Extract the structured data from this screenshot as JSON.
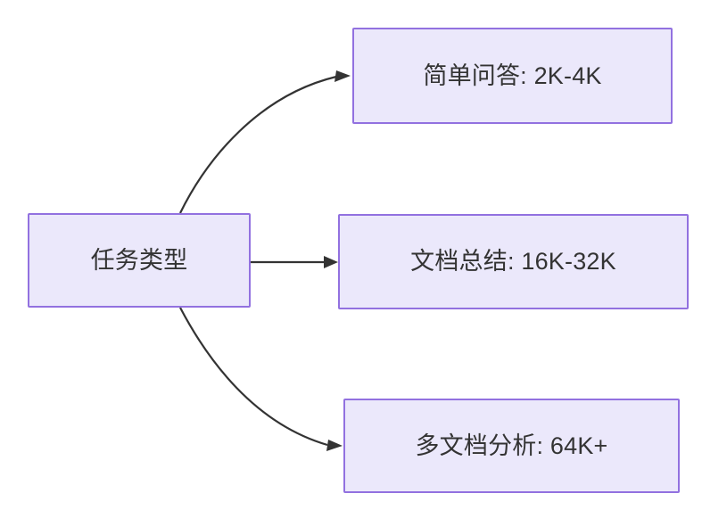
{
  "diagram": {
    "title": "任务类型",
    "background_color": "#ffffff",
    "node_fill_color": "#ebe8fb",
    "node_border_color": "#9271e0",
    "text_color": "#333333",
    "edge_color": "#333333",
    "source_node": {
      "id": "node-source",
      "label": "任务类型"
    },
    "target_nodes": [
      {
        "id": "node-task-1",
        "label": "简单问答: 2K-4K",
        "category": "简单问答",
        "range": "2K-4K"
      },
      {
        "id": "node-task-2",
        "label": "文档总结: 16K-32K",
        "category": "文档总结",
        "range": "16K-32K"
      },
      {
        "id": "node-task-3",
        "label": "多文档分析: 64K+",
        "category": "多文档分析",
        "range": "64K+"
      }
    ],
    "edges": [
      {
        "id": "edge-1",
        "from": "node-source",
        "to": "node-task-1",
        "style": "curved",
        "arrow": "triangle"
      },
      {
        "id": "edge-2",
        "from": "node-source",
        "to": "node-task-2",
        "style": "straight",
        "arrow": "triangle"
      },
      {
        "id": "edge-3",
        "from": "node-source",
        "to": "node-task-3",
        "style": "curved",
        "arrow": "triangle"
      }
    ]
  }
}
